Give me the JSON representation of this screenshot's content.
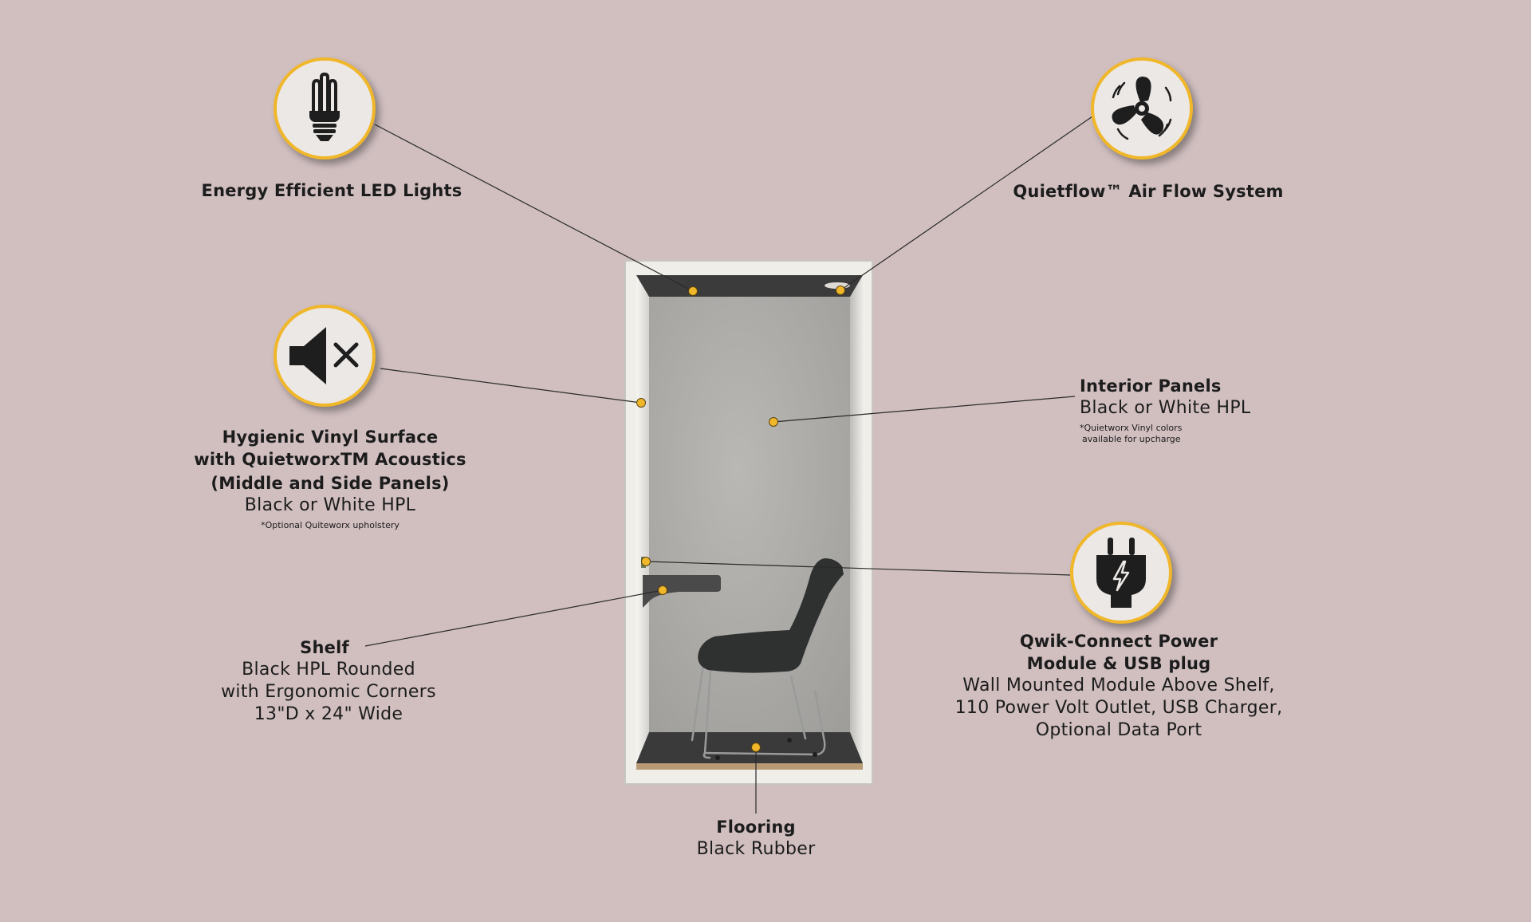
{
  "colors": {
    "background": "#d1bfc0",
    "accent": "#f0b72a",
    "icon_fill": "#ece8e6",
    "ink": "#1c1c1c"
  },
  "features": {
    "led": {
      "icon": "led-bulb-icon",
      "title": "Energy Efficient LED Lights"
    },
    "airflow": {
      "icon": "fan-icon",
      "title": "Quietflow™ Air Flow System"
    },
    "vinyl": {
      "icon": "mute-speaker-icon",
      "title_1": "Hygienic Vinyl Surface",
      "title_2": "with QuietworxTM Acoustics",
      "title_3": "(Middle and Side Panels)",
      "desc": "Black or White HPL",
      "note": "*Optional Quiteworx upholstery"
    },
    "interior": {
      "title": "Interior Panels",
      "desc": "Black or White HPL",
      "note_1": "*Quietworx Vinyl colors",
      "note_2": "available for upcharge"
    },
    "power": {
      "icon": "power-plug-icon",
      "title_1": "Qwik-Connect Power",
      "title_2": "Module & USB plug",
      "desc_1": "Wall Mounted Module Above Shelf,",
      "desc_2": "110 Power Volt Outlet, USB Charger,",
      "desc_3": "Optional Data Port"
    },
    "shelf": {
      "title": "Shelf",
      "desc_1": "Black HPL Rounded",
      "desc_2": "with Ergonomic Corners",
      "desc_3": "13\"D x 24\" Wide"
    },
    "flooring": {
      "title": "Flooring",
      "desc": "Black Rubber"
    }
  }
}
